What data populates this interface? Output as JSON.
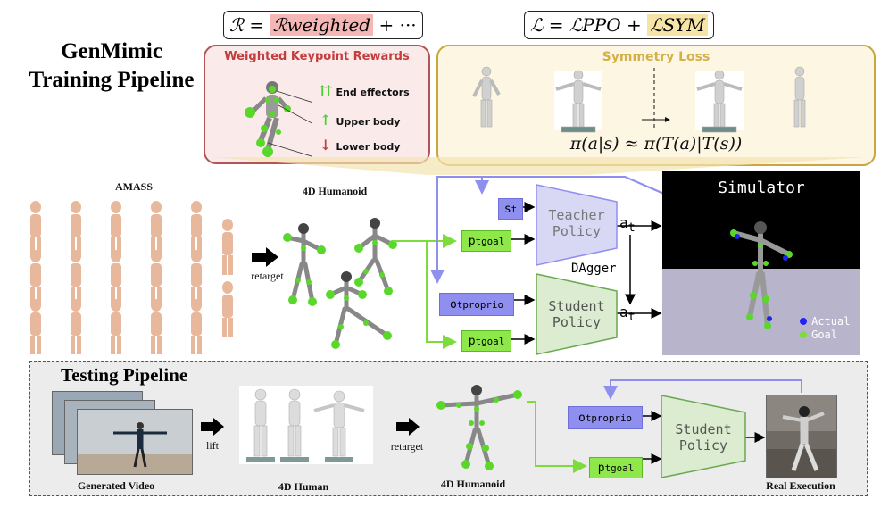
{
  "title": "GenMimic Training Pipeline",
  "reward_formula": {
    "lhs": "ℛ =",
    "highlight": "ℛweighted",
    "rest": "+ ···"
  },
  "loss_formula": {
    "lhs": "ℒ = ℒPPO +",
    "highlight": "ℒSYM"
  },
  "weighted_rewards": {
    "title": "Weighted Keypoint Rewards",
    "items": [
      {
        "arrow": "⇈",
        "label": "End effectors"
      },
      {
        "arrow": "↑",
        "label": "Upper body"
      },
      {
        "arrow": "↓",
        "label": "Lower body"
      }
    ]
  },
  "symmetry": {
    "title": "Symmetry Loss",
    "equation": "π(a|s) ≈ π(T(a)|T(s))"
  },
  "training": {
    "amass_label": "AMASS",
    "humanoid_label": "4D Humanoid",
    "retarget_label": "retarget",
    "s_t": "s",
    "p_goal_teacher": "p",
    "teacher_policy": [
      "Teacher",
      "Policy"
    ],
    "student_policy": [
      "Student",
      "Policy"
    ],
    "a_t": "a",
    "dagger": "DAgger",
    "o_proprio": "o",
    "p_goal_student": "p",
    "simulator": "Simulator",
    "legend": [
      "Actual",
      "Goal"
    ],
    "colors": {
      "teacher": "#d8d8f4",
      "student": "#dcecd0",
      "blue_arrow": "#8f8ff0",
      "green_arrow": "#7ddc3b"
    }
  },
  "testing": {
    "title": "Testing Pipeline",
    "generated_video": "Generated Video",
    "lift": "lift",
    "human_label": "4D Human",
    "retarget_label": "retarget",
    "humanoid_label": "4D Humanoid",
    "o_proprio": "o",
    "p_goal": "p",
    "student_policy": [
      "Student",
      "Policy"
    ],
    "real_execution": "Real Execution"
  },
  "sup": {
    "t": "t",
    "proprio": "proprio",
    "goal": "goal"
  }
}
